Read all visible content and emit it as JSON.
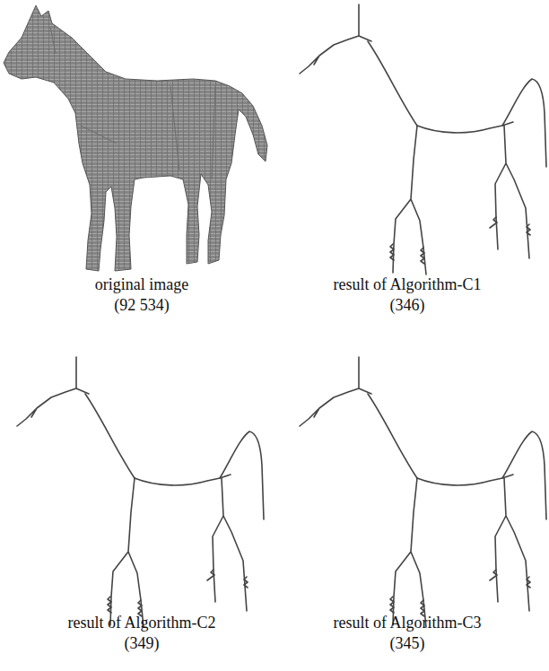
{
  "diagram": {
    "labels": [
      "original image",
      "(92 534)",
      "result of Algorithm-C1",
      "(346)",
      "result of Algorithm-C2",
      "(349)",
      "result of Algorithm-C3",
      "(345)"
    ]
  }
}
